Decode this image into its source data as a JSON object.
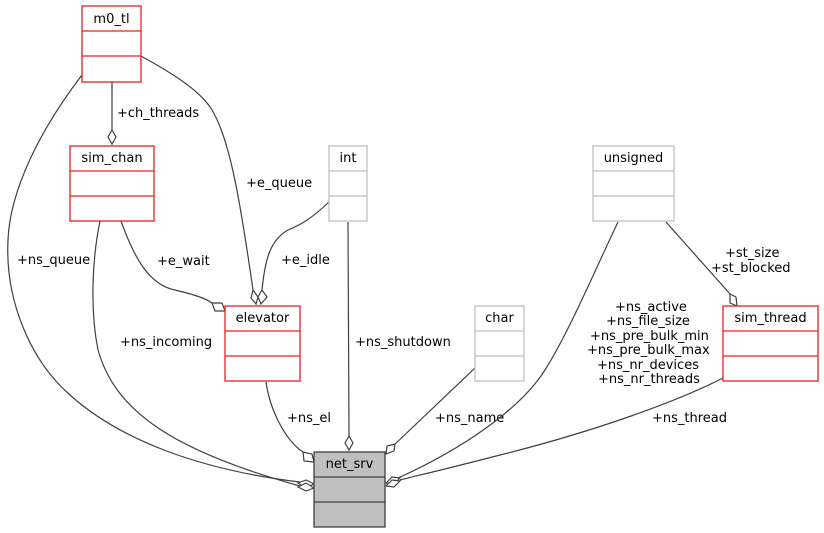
{
  "diagram": {
    "type": "collaboration-diagram",
    "colors": {
      "documented_border": "#e82020",
      "undocumented_border": "#bfbfbf",
      "focus_fill": "#bfbfbf",
      "focus_border": "#404040",
      "edge": "#404040"
    },
    "nodes": {
      "m0_tl": {
        "label": "m0_tl",
        "kind": "documented"
      },
      "sim_chan": {
        "label": "sim_chan",
        "kind": "documented"
      },
      "int": {
        "label": "int",
        "kind": "undocumented"
      },
      "unsigned": {
        "label": "unsigned",
        "kind": "undocumented"
      },
      "elevator": {
        "label": "elevator",
        "kind": "documented"
      },
      "char": {
        "label": "char",
        "kind": "undocumented"
      },
      "sim_thread": {
        "label": "sim_thread",
        "kind": "documented"
      },
      "net_srv": {
        "label": "net_srv",
        "kind": "focus"
      }
    },
    "edges": {
      "ch_threads": {
        "from": "m0_tl",
        "to": "sim_chan",
        "label": "+ch_threads"
      },
      "e_queue": {
        "from": "m0_tl",
        "to": "elevator",
        "label": "+e_queue"
      },
      "e_idle": {
        "from": "int",
        "to": "elevator",
        "label": "+e_idle"
      },
      "e_wait": {
        "from": "sim_chan",
        "to": "elevator",
        "label": "+e_wait"
      },
      "st": {
        "from": "unsigned",
        "to": "sim_thread",
        "label_lines": [
          "+st_size",
          "+st_blocked"
        ]
      },
      "ns_queue": {
        "from": "m0_tl",
        "to": "net_srv",
        "label": "+ns_queue"
      },
      "ns_incoming": {
        "from": "sim_chan",
        "to": "net_srv",
        "label": "+ns_incoming"
      },
      "ns_el": {
        "from": "elevator",
        "to": "net_srv",
        "label": "+ns_el"
      },
      "ns_shutdown": {
        "from": "int",
        "to": "net_srv",
        "label": "+ns_shutdown"
      },
      "ns_name": {
        "from": "char",
        "to": "net_srv",
        "label": "+ns_name"
      },
      "ns_multi": {
        "from": "unsigned",
        "to": "net_srv",
        "label_lines": [
          "+ns_active",
          "+ns_file_size",
          "+ns_pre_bulk_min",
          "+ns_pre_bulk_max",
          "+ns_nr_devices",
          "+ns_nr_threads"
        ]
      },
      "ns_thread": {
        "from": "sim_thread",
        "to": "net_srv",
        "label": "+ns_thread"
      }
    }
  }
}
